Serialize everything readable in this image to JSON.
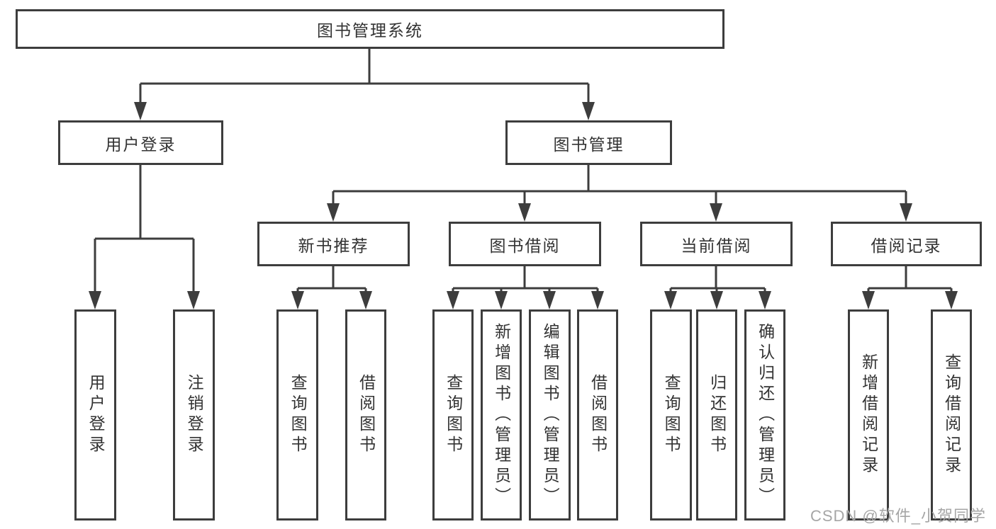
{
  "tree": {
    "label": "图书管理系统",
    "children": [
      {
        "label": "用户登录",
        "children": [
          {
            "label": "用户登录"
          },
          {
            "label": "注销登录"
          }
        ]
      },
      {
        "label": "图书管理",
        "children": [
          {
            "label": "新书推荐",
            "children": [
              {
                "label": "查询图书"
              },
              {
                "label": "借阅图书"
              }
            ]
          },
          {
            "label": "图书借阅",
            "children": [
              {
                "label": "查询图书"
              },
              {
                "label": "新增图书（管理员）"
              },
              {
                "label": "编辑图书（管理员）"
              },
              {
                "label": "借阅图书"
              }
            ]
          },
          {
            "label": "当前借阅",
            "children": [
              {
                "label": "查询图书"
              },
              {
                "label": "归还图书"
              },
              {
                "label": "确认归还（管理员）"
              }
            ]
          },
          {
            "label": "借阅记录",
            "children": [
              {
                "label": "新增借阅记录"
              },
              {
                "label": "查询借阅记录"
              }
            ]
          }
        ]
      }
    ]
  },
  "watermark": {
    "text": "CSDN @软件_小贺同学"
  },
  "colors": {
    "line": "#3d3d3d",
    "text": "#333333",
    "watermark": "#a6a6a6",
    "background": "#ffffff"
  }
}
